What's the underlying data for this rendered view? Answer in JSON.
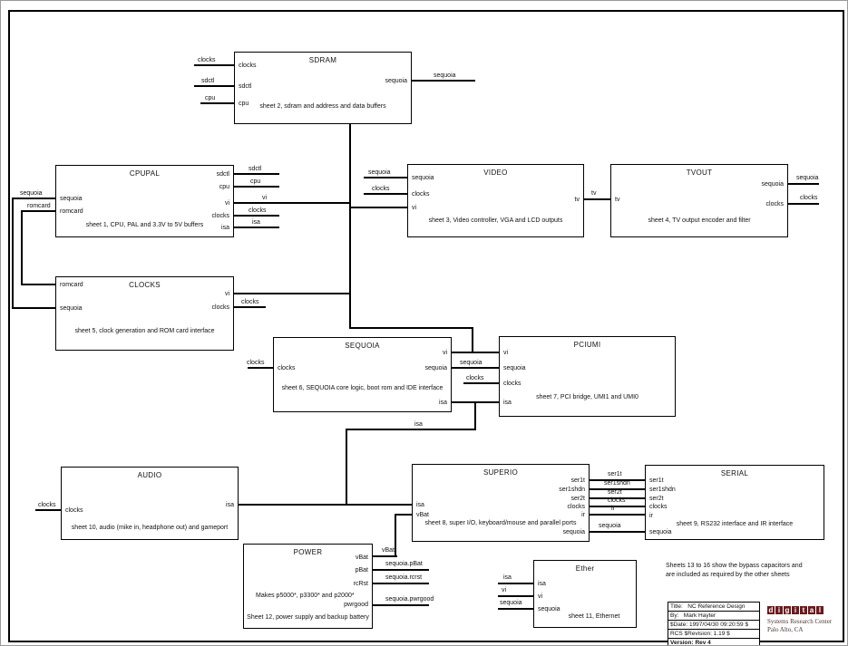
{
  "diagram": {
    "blocks": {
      "sdram": {
        "title": "SDRAM",
        "caption": "sheet 2, sdram and address and data buffers",
        "ports_left": [
          "clocks",
          "sdctl",
          "cpu"
        ],
        "ports_right": [
          "sequoia"
        ]
      },
      "cpupal": {
        "title": "CPUPAL",
        "caption": "sheet 1, CPU, PAL and 3.3V to 5V buffers",
        "ports_left": [
          "sequoia",
          "romcard"
        ],
        "ports_right": [
          "sdctl",
          "cpu",
          "vi",
          "clocks",
          "isa"
        ]
      },
      "video": {
        "title": "VIDEO",
        "caption": "sheet 3, Video controller, VGA and LCD outputs",
        "ports_left": [
          "sequoia",
          "clocks",
          "vi"
        ],
        "ports_right": [
          "tv"
        ]
      },
      "tvout": {
        "title": "TVOUT",
        "caption": "sheet 4, TV output encoder and filter",
        "ports_left": [
          "tv"
        ],
        "ports_right": [
          "sequoia",
          "clocks"
        ]
      },
      "clocks": {
        "title": "CLOCKS",
        "caption": "sheet 5, clock generation and ROM card interface",
        "ports_left": [
          "romcard",
          "sequoia"
        ],
        "ports_right": [
          "vi",
          "clocks"
        ]
      },
      "sequoia": {
        "title": "SEQUOIA",
        "caption": "sheet 6, SEQUOIA core logic, boot rom and IDE interface",
        "ports_left": [
          "clocks"
        ],
        "ports_right": [
          "vi",
          "sequoia",
          "isa"
        ]
      },
      "pciumi": {
        "title": "PCIUMI",
        "caption": "sheet 7, PCI bridge, UMI1 and UMI0",
        "ports_left": [
          "vi",
          "sequoia",
          "clocks",
          "isa"
        ]
      },
      "audio": {
        "title": "AUDIO",
        "caption": "sheet 10, audio (mike in, headphone out) and gameport",
        "ports_left": [
          "clocks"
        ],
        "ports_right": [
          "isa"
        ]
      },
      "superio": {
        "title": "SUPERIO",
        "caption": "sheet 8, super I/O, keyboard/mouse and parallel ports",
        "ports_left": [
          "isa",
          "vBat"
        ],
        "ports_right": [
          "ser1t",
          "ser1shdn",
          "ser2t",
          "clocks",
          "ir",
          "sequoia"
        ]
      },
      "serial": {
        "title": "SERIAL",
        "caption": "sheet 9, RS232 interface and IR interface",
        "ports_left": [
          "ser1t",
          "ser1shdn",
          "ser2t",
          "clocks",
          "ir",
          "sequoia"
        ]
      },
      "power": {
        "title": "POWER",
        "caption": "Sheet 12, power supply and backup battery",
        "note": "Makes p5000*, p3300* and p2000*",
        "ports_right": [
          "vBat",
          "pBat",
          "rcRst",
          "pwrgood"
        ]
      },
      "ether": {
        "title": "Ether",
        "caption": "sheet 11, Ethernet",
        "ports_left": [
          "isa",
          "vi",
          "sequoia"
        ]
      }
    },
    "wire_labels": {
      "sdram_in_clocks": "clocks",
      "sdram_in_sdctl": "sdctl",
      "sdram_in_cpu": "cpu",
      "sdram_out_sequoia": "sequoia",
      "cpupal_in_sequoia": "sequoia",
      "cpupal_in_romcard": "romcard",
      "cpupal_out_sdctl": "sdctl",
      "cpupal_out_cpu": "cpu",
      "cpupal_out_vi": "vi",
      "cpupal_out_clocks": "clocks",
      "cpupal_out_isa": "isa",
      "video_in_sequoia": "sequoia",
      "video_in_clocks": "clocks",
      "video_tv": "tv",
      "tvout_out_sequoia": "sequoia",
      "tvout_out_clocks": "clocks",
      "clocks_out_clocks": "clocks",
      "sequoia_in_clocks": "clocks",
      "sequoia_sequoia": "sequoia",
      "pciumi_clocks": "clocks",
      "isa_jog": "isa",
      "audio_in_clocks": "clocks",
      "sio_ser1t": "ser1t",
      "sio_ser1shdn": "ser1shdn",
      "sio_ser2t": "ser2t",
      "sio_clocks": "clocks",
      "sio_ir": "ir",
      "sio_sequoia": "sequoia",
      "power_vbat": "vBat",
      "power_pbat": "sequoia.pBat",
      "power_rcrst": "sequoia.rcrst",
      "power_pwrgood": "sequoia.pwrgood",
      "ether_isa": "isa",
      "ether_vi": "vi",
      "ether_sequoia": "sequoia"
    },
    "notes": {
      "line1": "Sheets 13 to 16 show the bypass capacitors and",
      "line2": "are included as required by the other sheets"
    },
    "title_block": {
      "rows": [
        "Title:   NC Reference Design",
        "By:   Mark Hayter",
        "$Date: 1997/04/30 09:20:59 $",
        "RCS $Revision: 1.19 $",
        "Version: Rev 4"
      ]
    },
    "logo": {
      "letters": [
        "d",
        "i",
        "g",
        "i",
        "t",
        "a",
        "l"
      ],
      "org_line1": "Systems Research Center",
      "org_line2": "Palo Alto, CA",
      "square_color": "#6a1a1d"
    }
  }
}
